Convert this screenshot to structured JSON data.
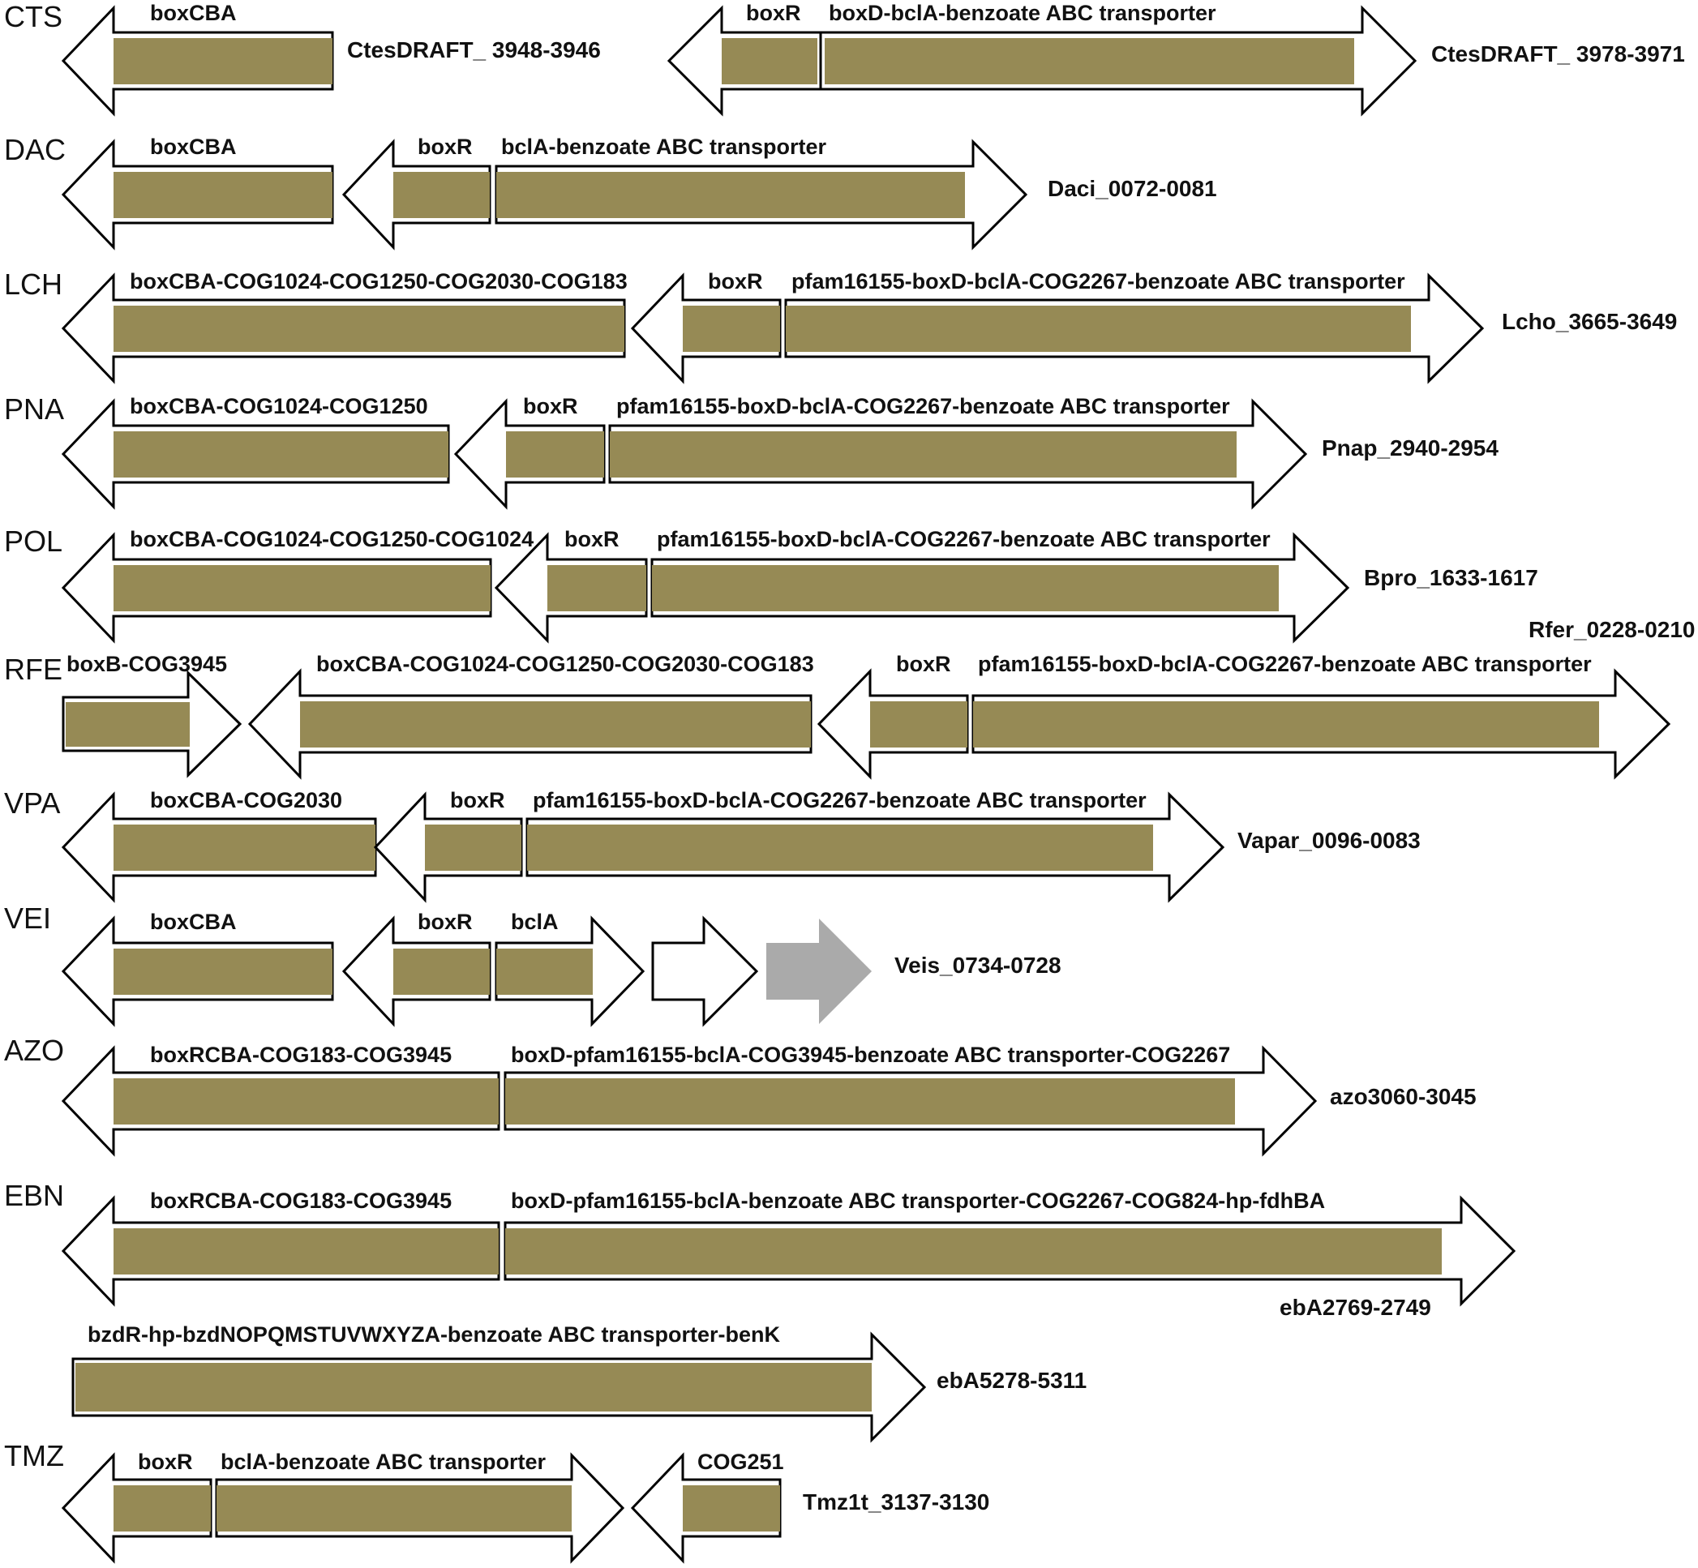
{
  "colors": {
    "gene_fill": "#968A55",
    "outline": "#000000",
    "open_arrow_fill": "#ffffff",
    "gray_arrow_fill": "#AAAAAA",
    "background": "#ffffff"
  },
  "rows": [
    {
      "organism": "CTS",
      "clusters": [
        {
          "direction": "left",
          "genes": [
            "boxCBA"
          ]
        },
        {
          "direction": "right",
          "genes": [
            "boxR",
            "boxD-bclA-benzoate ABC transporter"
          ]
        }
      ],
      "loci": [
        "CtesDRAFT_ 3948-3946",
        "CtesDRAFT_ 3978-3971"
      ]
    },
    {
      "organism": "DAC",
      "clusters": [
        {
          "direction": "left",
          "genes": [
            "boxCBA"
          ]
        },
        {
          "direction": "left",
          "genes": [
            "boxR"
          ]
        },
        {
          "direction": "right",
          "genes": [
            "bclA-benzoate ABC transporter"
          ]
        }
      ],
      "loci": [
        "Daci_0072-0081"
      ]
    },
    {
      "organism": "LCH",
      "clusters": [
        {
          "direction": "left",
          "genes": [
            "boxCBA-COG1024-COG1250-COG2030-COG183"
          ]
        },
        {
          "direction": "left",
          "genes": [
            "boxR"
          ]
        },
        {
          "direction": "right",
          "genes": [
            "pfam16155-boxD-bclA-COG2267-benzoate ABC transporter"
          ]
        }
      ],
      "loci": [
        "Lcho_3665-3649"
      ]
    },
    {
      "organism": "PNA",
      "clusters": [
        {
          "direction": "left",
          "genes": [
            "boxCBA-COG1024-COG1250"
          ]
        },
        {
          "direction": "left",
          "genes": [
            "boxR"
          ]
        },
        {
          "direction": "right",
          "genes": [
            "pfam16155-boxD-bclA-COG2267-benzoate ABC transporter"
          ]
        }
      ],
      "loci": [
        "Pnap_2940-2954"
      ]
    },
    {
      "organism": "POL",
      "clusters": [
        {
          "direction": "left",
          "genes": [
            "boxCBA-COG1024-COG1250-COG1024"
          ]
        },
        {
          "direction": "left",
          "genes": [
            "boxR"
          ]
        },
        {
          "direction": "right",
          "genes": [
            "pfam16155-boxD-bclA-COG2267-benzoate ABC transporter"
          ]
        }
      ],
      "loci": [
        "Bpro_1633-1617"
      ]
    },
    {
      "organism": "RFE",
      "clusters": [
        {
          "direction": "right",
          "genes": [
            "boxB-COG3945"
          ]
        },
        {
          "direction": "left",
          "genes": [
            "boxCBA-COG1024-COG1250-COG2030-COG183"
          ]
        },
        {
          "direction": "left",
          "genes": [
            "boxR"
          ]
        },
        {
          "direction": "right",
          "genes": [
            "pfam16155-boxD-bclA-COG2267-benzoate ABC transporter"
          ]
        }
      ],
      "loci": [
        "Rfer_0228-0210"
      ]
    },
    {
      "organism": "VPA",
      "clusters": [
        {
          "direction": "left",
          "genes": [
            "boxCBA-COG2030"
          ]
        },
        {
          "direction": "left",
          "genes": [
            "boxR"
          ]
        },
        {
          "direction": "right",
          "genes": [
            "pfam16155-boxD-bclA-COG2267-benzoate ABC transporter"
          ]
        }
      ],
      "loci": [
        "Vapar_0096-0083"
      ]
    },
    {
      "organism": "VEI",
      "clusters": [
        {
          "direction": "left",
          "genes": [
            "boxCBA"
          ]
        },
        {
          "direction": "left",
          "genes": [
            "boxR"
          ]
        },
        {
          "direction": "right",
          "genes": [
            "bclA"
          ]
        },
        {
          "direction": "right",
          "style": "open",
          "genes": []
        },
        {
          "direction": "right",
          "style": "gray",
          "genes": []
        }
      ],
      "loci": [
        "Veis_0734-0728"
      ]
    },
    {
      "organism": "AZO",
      "clusters": [
        {
          "direction": "left",
          "genes": [
            "boxRCBA-COG183-COG3945"
          ]
        },
        {
          "direction": "right",
          "genes": [
            "boxD-pfam16155-bclA-COG3945-benzoate ABC transporter-COG2267"
          ]
        }
      ],
      "loci": [
        "azo3060-3045"
      ]
    },
    {
      "organism": "EBN",
      "clusters": [
        {
          "direction": "left",
          "genes": [
            "boxRCBA-COG183-COG3945"
          ]
        },
        {
          "direction": "right",
          "genes": [
            "boxD-pfam16155-bclA-benzoate ABC transporter-COG2267-COG824-hp-fdhBA"
          ]
        },
        {
          "direction": "right",
          "genes": [
            "bzdR-hp-bzdNOPQMSTUVWXYZA-benzoate ABC transporter-benK"
          ]
        }
      ],
      "loci": [
        "ebA2769-2749",
        "ebA5278-5311"
      ]
    },
    {
      "organism": "TMZ",
      "clusters": [
        {
          "direction": "right",
          "genes": [
            "boxR",
            "bclA-benzoate ABC transporter"
          ]
        },
        {
          "direction": "left",
          "genes": [
            "COG251"
          ]
        }
      ],
      "loci": [
        "Tmz1t_3137-3130"
      ]
    }
  ]
}
